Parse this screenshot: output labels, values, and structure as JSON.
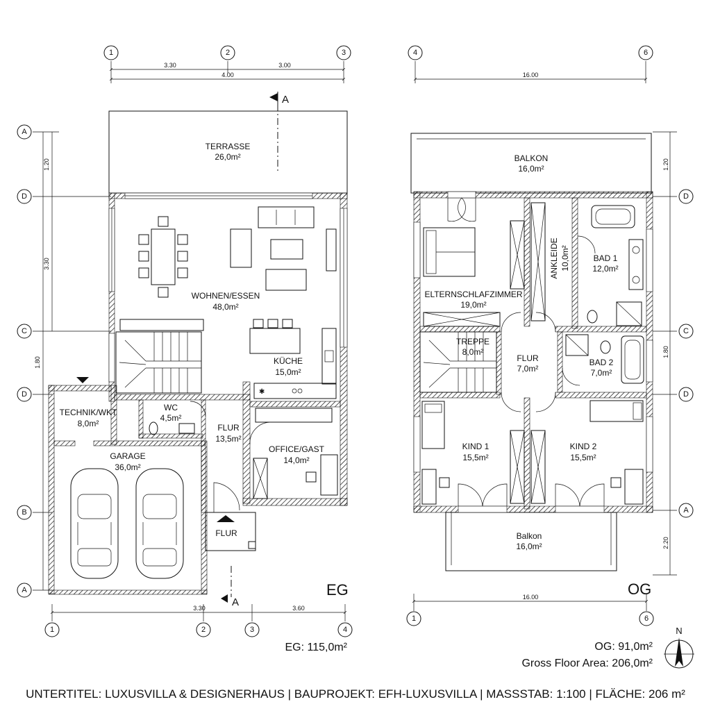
{
  "eg": {
    "grid_top": {
      "g1": "1",
      "g2": "2",
      "g3": "3"
    },
    "dims_top": {
      "a": "3.30",
      "b": "4.00",
      "c": "3.00"
    },
    "grid_left": {
      "a1": "A",
      "d1": "D",
      "c1": "C",
      "d2": "D",
      "b1": "B",
      "a2": "A"
    },
    "dims_left": {
      "a": "1.20",
      "b": "3.30",
      "c": "1.80"
    },
    "section_top": "A",
    "section_bottom": "A",
    "rooms": {
      "terrasse_name": "TERRASSE",
      "terrasse_area": "26,0m²",
      "wohnen_name": "WOHNEN/ESSEN",
      "wohnen_area": "48,0m²",
      "kueche_name": "KÜCHE",
      "kueche_area": "15,0m²",
      "wc_name": "WC",
      "wc_area": "4,5m²",
      "technik_name": "TECHNIK/WKT",
      "technik_area": "8,0m²",
      "garage_name": "GARAGE",
      "garage_area": "36,0m²",
      "flur_name": "FLUR",
      "flur_area": "13,5m²",
      "office_name": "OFFICE/GAST",
      "office_area": "14,0m²",
      "entry_name": "FLUR"
    },
    "floor_label": "EG",
    "dims_bottom": {
      "a": "3.30",
      "b": "3.60"
    },
    "grid_bottom": {
      "g1": "1",
      "g2": "2",
      "g3": "3",
      "g4": "4"
    },
    "total": "EG: 115,0m²"
  },
  "og": {
    "grid_top": {
      "g4": "4",
      "g6": "6"
    },
    "dim_top": "16.00",
    "grid_right": {
      "d1": "D",
      "c1": "C",
      "d2": "D",
      "a1": "A"
    },
    "dims_right": {
      "a": "1.20",
      "b": "1.80",
      "c": "2.20"
    },
    "rooms": {
      "balkon_top_name": "BALKON",
      "balkon_top_area": "16,0m²",
      "eltern_name": "ELTERNSCHLAFZIMMER",
      "eltern_area": "19,0m²",
      "ankleide_name": "ANKLEIDE",
      "ankleide_area": "10,0m²",
      "bad1_name": "BAD 1",
      "bad1_area": "12,0m²",
      "treppe_name": "TREPPE",
      "treppe_area": "8,0m²",
      "flur_name": "FLUR",
      "flur_area": "7,0m²",
      "bad2_name": "BAD 2",
      "bad2_area": "7,0m²",
      "kind1_name": "KIND 1",
      "kind1_area": "15,5m²",
      "kind2_name": "KIND 2",
      "kind2_area": "15,5m²",
      "balkon_bottom_name": "Balkon",
      "balkon_bottom_area": "16,0m²"
    },
    "floor_label": "OG",
    "dim_bottom": "16.00",
    "grid_bottom": {
      "g1": "1",
      "g6": "6"
    },
    "total": "OG: 91,0m²",
    "gross": "Gross Floor Area: 206,0m²"
  },
  "north": "N",
  "subtitle": "UNTERTITEL: LUXUSVILLA & DESIGNERHAUS | BAUPROJEKT: EFH-LUXUSVILLA | MASSSTAB: 1:100 | FLÄCHE: 206 m²"
}
